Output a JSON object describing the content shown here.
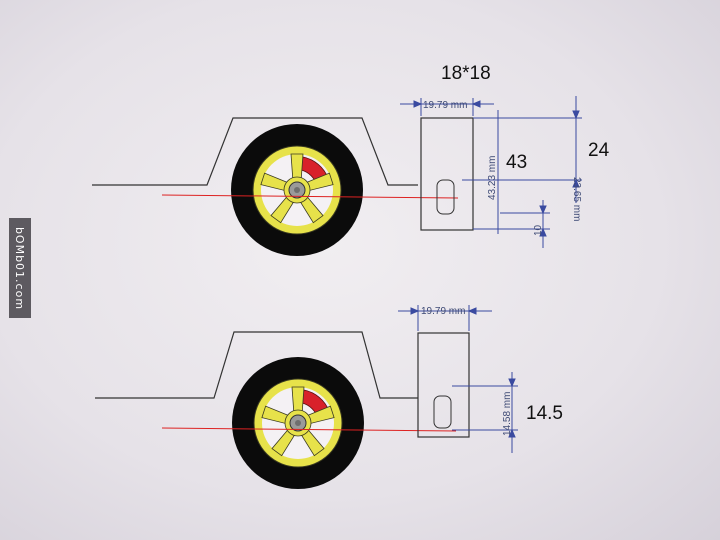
{
  "diagram": {
    "title": "18*18",
    "top": {
      "width_dim": "19.79 mm",
      "height_dim": "43.23 mm",
      "offset_dim": "23.65 mm",
      "small_dim": "10",
      "label_main": "43",
      "label_side": "24"
    },
    "bottom": {
      "width_dim": "19.79 mm",
      "height_dim": "14.58 mm",
      "label_main": "14.5"
    }
  },
  "watermark": "bOMb01.com",
  "colors": {
    "tire": "#0b0b0b",
    "rim": "#e7e24a",
    "caliper": "#d8212a",
    "hub": "#9a9a9a",
    "axle_line": "#dd2222",
    "dimension": "#3a4aa0",
    "outline": "#333333"
  }
}
